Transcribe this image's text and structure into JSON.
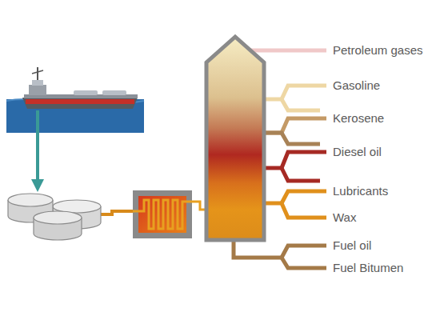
{
  "diagram": {
    "labels": [
      "Petroleum gases",
      "Gasoline",
      "Kerosene",
      "Diesel oil",
      "Lubricants",
      "Wax",
      "Fuel oil",
      "Fuel Bitumen"
    ]
  }
}
